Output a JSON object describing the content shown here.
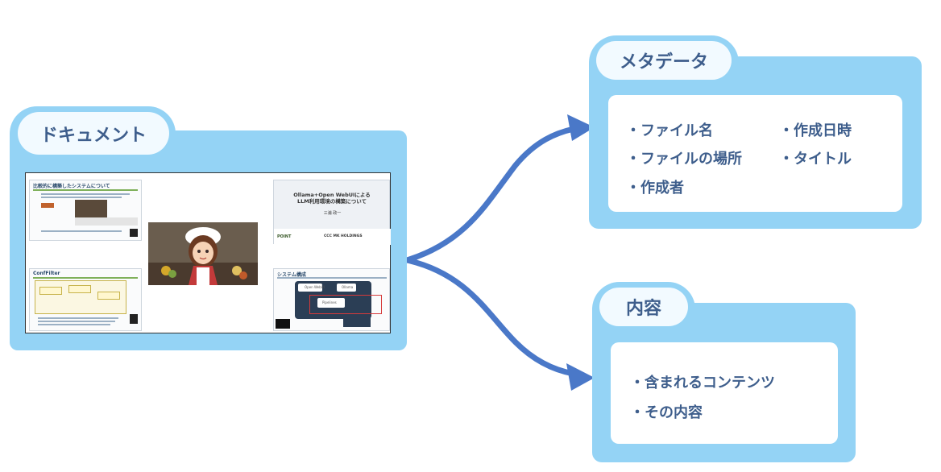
{
  "document": {
    "title": "ドキュメント",
    "slides": {
      "slide1_title": "比較的に構築したシステムについて",
      "slide2_title": "Ollama+Open WebUIによる\nLLM利用環境の構築について",
      "slide2_author": "三浦 政一",
      "slide2_logo_left": "POINT",
      "slide2_logo_right": "CCC MK HOLDINGS",
      "slide3_title": "ConfFilter",
      "slide4_title": "システム構成",
      "slide4_node_openwebui": "Open WebUI",
      "slide4_node_ollama": "Ollama",
      "slide4_node_pipelines": "Pipelines"
    }
  },
  "metadata": {
    "title": "メタデータ",
    "items": [
      "ファイル名",
      "ファイルの場所",
      "作成者",
      "作成日時",
      "タイトル"
    ]
  },
  "content": {
    "title": "内容",
    "items": [
      "含まれるコンテンツ",
      "その内容"
    ]
  },
  "colors": {
    "panel": "#94d3f5",
    "pill": "#f2faff",
    "text": "#3e5e8c",
    "arrow": "#4a78c8"
  }
}
